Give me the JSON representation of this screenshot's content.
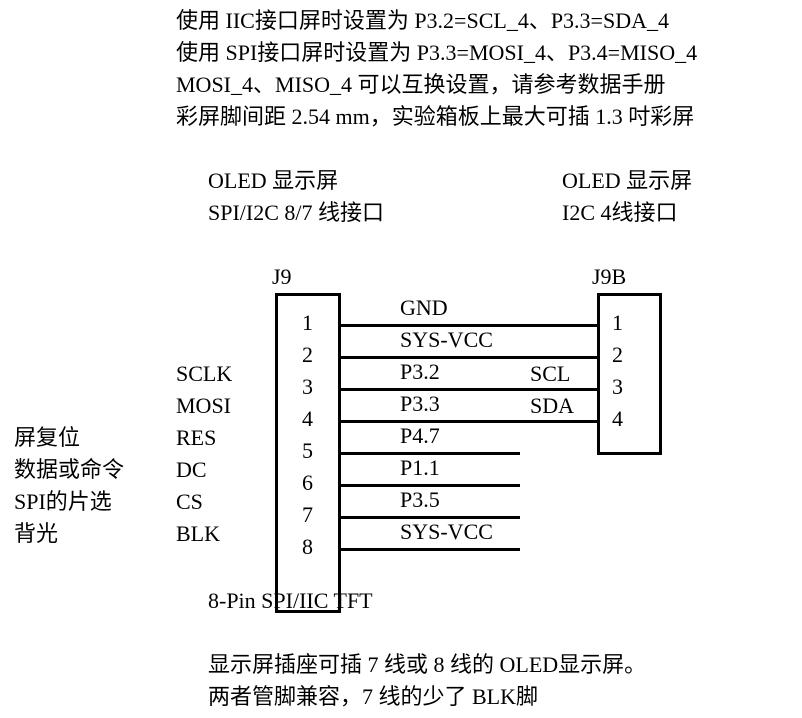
{
  "notes": [
    "使用 IIC接口屏时设置为 P3.2=SCL_4、P3.3=SDA_4",
    "使用 SPI接口屏时设置为 P3.3=MOSI_4、P3.4=MISO_4",
    "MOSI_4、MISO_4 可以互换设置，请参考数据手册",
    "彩屏脚间距 2.54 mm，实验箱板上最大可插 1.3 吋彩屏"
  ],
  "left_header": [
    "OLED 显示屏",
    "SPI/I2C 8/7 线接口"
  ],
  "right_header": [
    "OLED 显示屏",
    "I2C 4线接口"
  ],
  "j9": {
    "name": "J9",
    "pins": [
      "1",
      "2",
      "3",
      "4",
      "5",
      "6",
      "7",
      "8"
    ],
    "caption": "8-Pin SPI/IIC TFT"
  },
  "j9b": {
    "name": "J9B",
    "pins": [
      "1",
      "2",
      "3",
      "4"
    ]
  },
  "nets": [
    "GND",
    "SYS-VCC",
    "P3.2",
    "P3.3",
    "P4.7",
    "P1.1",
    "P3.5",
    "SYS-VCC"
  ],
  "i2c_labels": [
    "SCL",
    "SDA"
  ],
  "signals": [
    "SCLK",
    "MOSI",
    "RES",
    "DC",
    "CS",
    "BLK"
  ],
  "descriptions": [
    "屏复位",
    "数据或命令",
    "SPI的片选",
    "背光"
  ],
  "footer": [
    "显示屏插座可插 7 线或 8 线的 OLED显示屏。",
    "两者管脚兼容，7 线的少了 BLK脚"
  ]
}
